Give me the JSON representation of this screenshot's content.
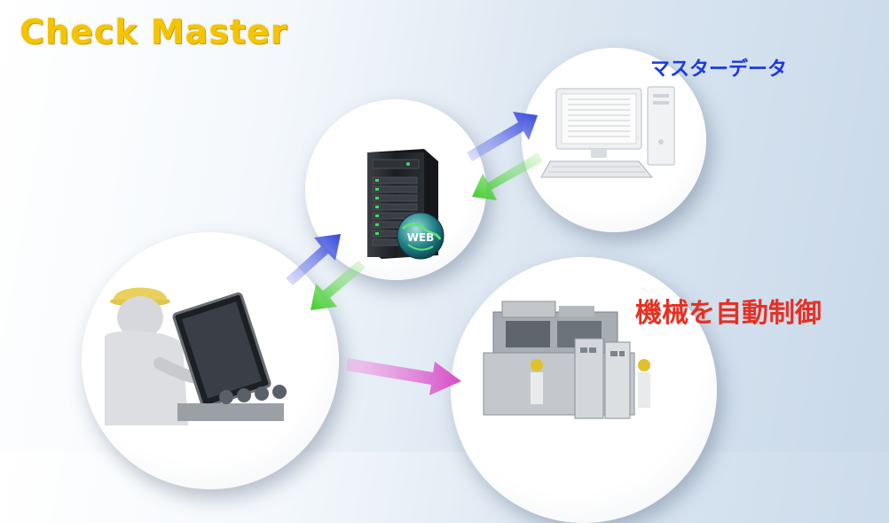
{
  "title": "Check Master",
  "labels": {
    "master_data": "マスターデータ",
    "machine_control": "機械を自動制御"
  },
  "badge": {
    "web": "WEB"
  },
  "colors": {
    "title": "#f4c400",
    "master_label": "#1a3ae0",
    "machine_label": "#e53124",
    "arrow_up": "#3d4fd8",
    "arrow_down": "#55d43e",
    "arrow_right": "#d94fc9"
  }
}
